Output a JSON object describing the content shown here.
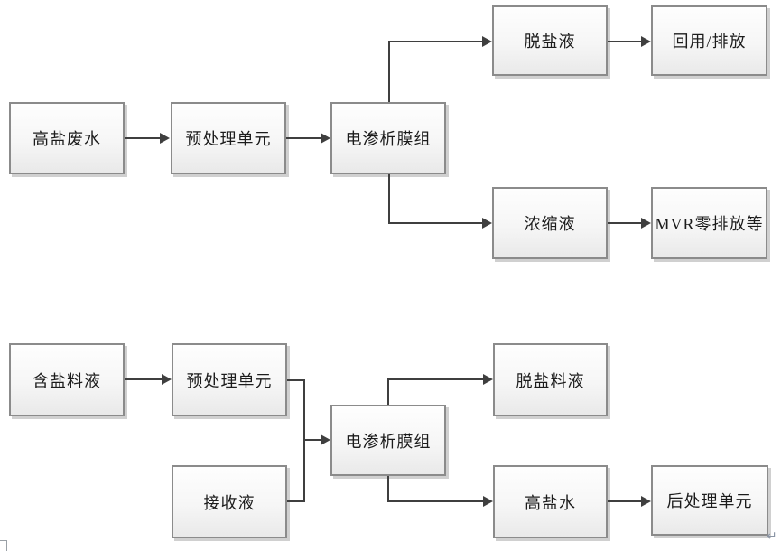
{
  "flows": [
    {
      "nodes": [
        {
          "id": "high-salt-wastewater",
          "label": "高盐废水"
        },
        {
          "id": "pretreatment-unit",
          "label": "预处理单元"
        },
        {
          "id": "electrodialysis-membrane-module",
          "label": "电渗析膜组"
        },
        {
          "id": "desalted-liquid",
          "label": "脱盐液"
        },
        {
          "id": "reuse-discharge",
          "label": "回用/排放"
        },
        {
          "id": "concentrated-liquid",
          "label": "浓缩液"
        },
        {
          "id": "mvr-zero-discharge",
          "label": "MVR零排放等"
        }
      ],
      "edges": [
        {
          "from": "high-salt-wastewater",
          "to": "pretreatment-unit"
        },
        {
          "from": "pretreatment-unit",
          "to": "electrodialysis-membrane-module"
        },
        {
          "from": "electrodialysis-membrane-module",
          "to": "desalted-liquid"
        },
        {
          "from": "electrodialysis-membrane-module",
          "to": "concentrated-liquid"
        },
        {
          "from": "desalted-liquid",
          "to": "reuse-discharge"
        },
        {
          "from": "concentrated-liquid",
          "to": "mvr-zero-discharge"
        }
      ]
    },
    {
      "nodes": [
        {
          "id": "salt-containing-feed",
          "label": "含盐料液"
        },
        {
          "id": "pretreatment-unit",
          "label": "预处理单元"
        },
        {
          "id": "receiving-liquid",
          "label": "接收液"
        },
        {
          "id": "electrodialysis-membrane-module",
          "label": "电渗析膜组"
        },
        {
          "id": "desalted-feed-liquid",
          "label": "脱盐料液"
        },
        {
          "id": "high-salt-water",
          "label": "高盐水"
        },
        {
          "id": "post-treatment-unit",
          "label": "后处理单元"
        }
      ],
      "edges": [
        {
          "from": "salt-containing-feed",
          "to": "pretreatment-unit"
        },
        {
          "from": "pretreatment-unit",
          "to": "electrodialysis-membrane-module"
        },
        {
          "from": "receiving-liquid",
          "to": "electrodialysis-membrane-module"
        },
        {
          "from": "electrodialysis-membrane-module",
          "to": "desalted-feed-liquid"
        },
        {
          "from": "electrodialysis-membrane-module",
          "to": "high-salt-water"
        },
        {
          "from": "high-salt-water",
          "to": "post-treatment-unit"
        }
      ]
    }
  ],
  "artifacts": {
    "paragraph_mark": "↵"
  },
  "colors": {
    "box_border": "#8b8b8b",
    "box_fill_top": "#fefefe",
    "box_fill_bottom": "#e9e9e9",
    "connector_line": "#3f3f3f",
    "text": "#1c1c1c",
    "shadow": "#b4b4b4"
  }
}
